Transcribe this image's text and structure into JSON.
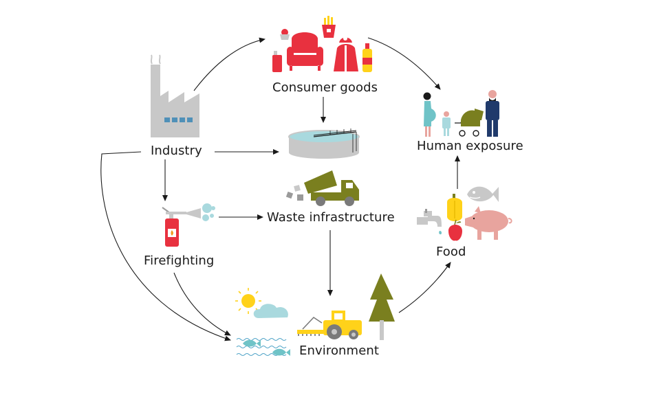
{
  "nodes": {
    "consumer_goods": "Consumer goods",
    "human_exposure": "Human exposure",
    "industry": "Industry",
    "waste_infrastructure": "Waste infrastructure",
    "firefighting": "Firefighting",
    "food": "Food",
    "environment": "Environment"
  },
  "colors": {
    "red": "#e8313f",
    "olive": "#7a7f1f",
    "yellow": "#ffd21a",
    "teal": "#6fc3c7",
    "light_teal": "#a9d9de",
    "grey": "#c8c8c8",
    "navy": "#203a6b",
    "pink": "#e8a49e",
    "arrow": "#1a1a1a"
  },
  "icons": [
    "factory-icon",
    "armchair-icon",
    "santa-suit-icon",
    "fries-icon",
    "cupcake-icon",
    "spray-can-icon",
    "bottle-icon",
    "treatment-tank-icon",
    "dump-truck-icon",
    "fire-extinguisher-icon",
    "people-icon",
    "pram-icon",
    "fish-icon",
    "pepper-icon",
    "pig-icon",
    "tap-icon",
    "apple-icon",
    "sun-icon",
    "cloud-icon",
    "water-fish-icon",
    "tractor-icon",
    "tree-icon"
  ]
}
